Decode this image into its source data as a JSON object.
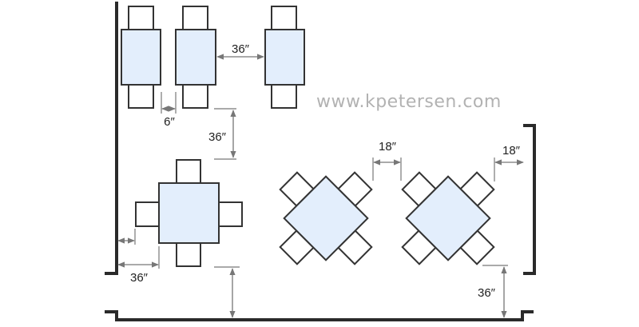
{
  "watermark": "www.kpetersen.com",
  "dimensions": {
    "between_tables": "36″",
    "chair_gap": "6″",
    "aisle_vertical": "36″",
    "between_diamonds": "18″",
    "diamond_to_wall": "18″",
    "wall_to_table": "36″",
    "bottom_clearance": "36″"
  },
  "colors": {
    "table_fill": "#e3eefc",
    "outline": "#333333",
    "dimension_line": "#777777"
  }
}
